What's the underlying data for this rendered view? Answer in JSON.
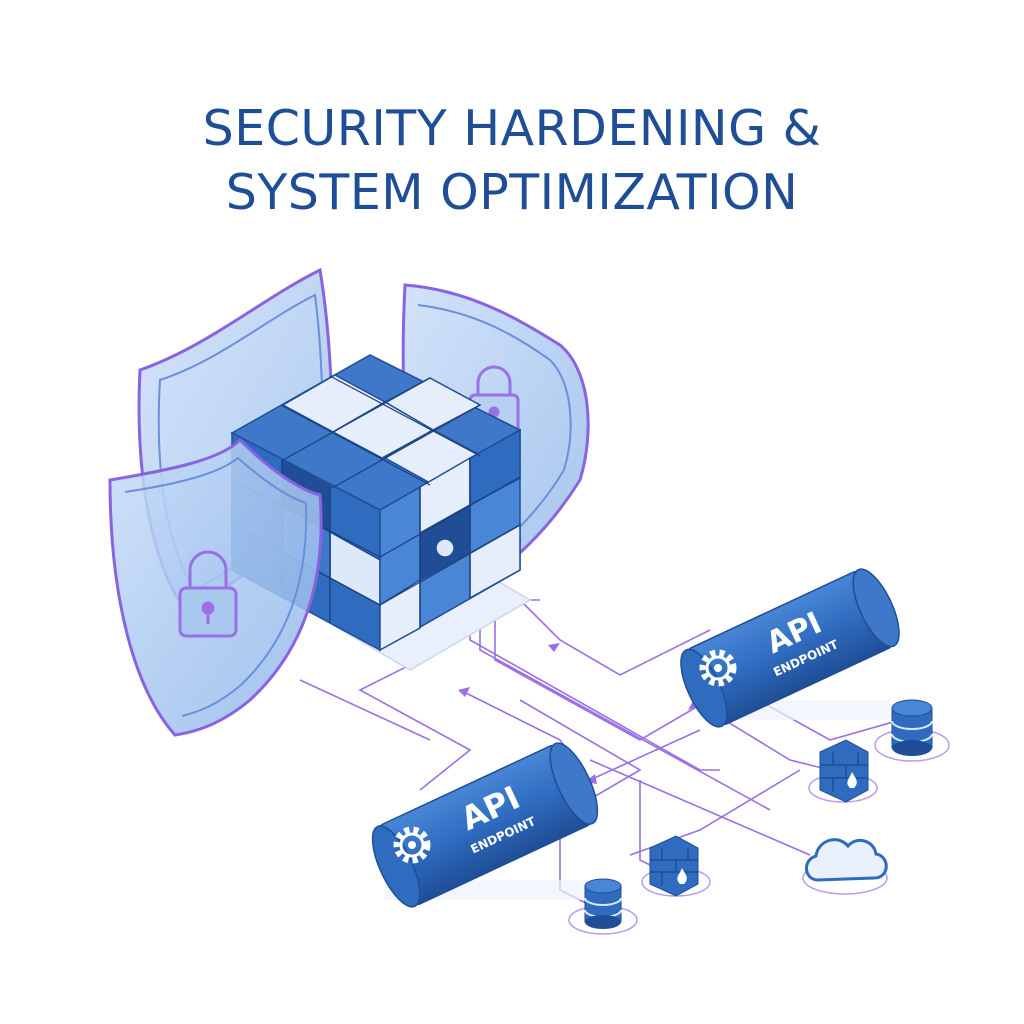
{
  "title": {
    "line1": "SECURITY HARDENING &",
    "line2": "SYSTEM OPTIMIZATION"
  },
  "endpoints": [
    {
      "label_main": "API",
      "label_sub": "ENDPOINT"
    },
    {
      "label_main": "API",
      "label_sub": "ENDPOINT"
    }
  ],
  "colors": {
    "title": "#1f4e96",
    "primary_blue": "#2f6bbf",
    "dark_blue": "#1f4e96",
    "light_blue": "#dde8f8",
    "shield_fill": "#a9c8f0",
    "shield_edge": "#8a63e0",
    "connector": "#9b6fe6"
  },
  "icons": [
    "shield-icon",
    "padlock-icon",
    "rubiks-cube-icon",
    "api-endpoint-icon",
    "gear-icon",
    "database-icon",
    "firewall-icon",
    "cloud-icon"
  ]
}
